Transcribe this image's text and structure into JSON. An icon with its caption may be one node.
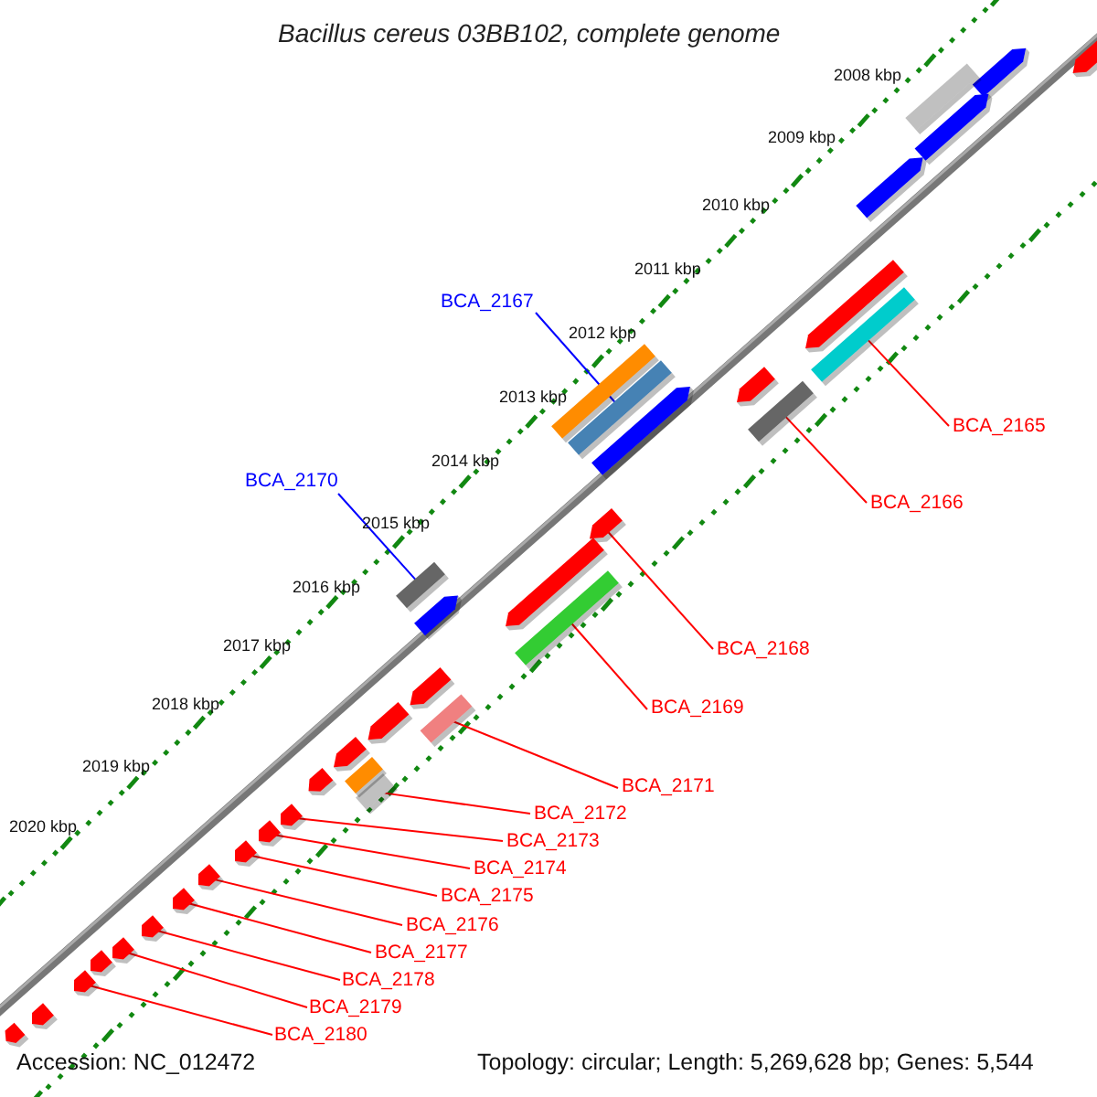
{
  "diagram": {
    "title": "Bacillus cereus 03BB102, complete genome",
    "nodes": [
      {
        "text": [
          "BCA_2167"
        ]
      },
      {
        "text": [],
        "shape": "bar"
      },
      {
        "text": [
          "BCA_2165"
        ]
      },
      {
        "text": [],
        "shape": "bar"
      },
      {
        "text": [
          "BCA_2170"
        ]
      },
      {
        "text": [],
        "shape": "bar"
      },
      {
        "text": [
          "BCA_2166"
        ]
      },
      {
        "text": [],
        "shape": "bar"
      },
      {
        "text": [
          "BCA_2168"
        ]
      },
      {
        "text": [],
        "shape": "bar"
      },
      {
        "text": [
          "BCA_2169"
        ]
      },
      {
        "text": [],
        "shape": "bar"
      },
      {
        "text": [
          "BCA_2171"
        ]
      },
      {
        "text": [],
        "shape": "bar"
      },
      {
        "text": [
          "BCA_2172"
        ]
      },
      {
        "text": [],
        "shape": "bar"
      },
      {
        "text": [
          "BCA_2173"
        ]
      },
      {
        "text": [],
        "shape": "bar"
      },
      {
        "text": [
          "BCA_2174"
        ]
      },
      {
        "text": [],
        "shape": "bar"
      },
      {
        "text": [
          "BCA_2175"
        ]
      },
      {
        "text": [],
        "shape": "bar"
      },
      {
        "text": [
          "BCA_2176"
        ]
      },
      {
        "text": [],
        "shape": "bar"
      },
      {
        "text": [
          "BCA_2177"
        ]
      },
      {
        "text": [],
        "shape": "bar"
      },
      {
        "text": [
          "BCA_2178"
        ]
      },
      {
        "text": [],
        "shape": "bar"
      },
      {
        "text": [
          "BCA_2179"
        ]
      },
      {
        "text": [],
        "shape": "bar"
      },
      {
        "text": [
          "BCA_2180"
        ]
      },
      {
        "text": [],
        "shape": "bar"
      },
      {
        "text": [],
        "shape": "bar"
      },
      {
        "text": [],
        "shape": "bar"
      },
      {
        "text": [],
        "shape": "bar"
      },
      {
        "text": [],
        "shape": "bar"
      },
      {
        "text": [],
        "shape": "bar"
      },
      {
        "text": [],
        "shape": "bar"
      },
      {
        "text": [],
        "shape": "bar"
      },
      {
        "text": [],
        "shape": "bar"
      },
      {
        "text": [],
        "shape": "bar"
      },
      {
        "text": [],
        "shape": "bar"
      },
      {
        "text": [],
        "shape": "bar"
      },
      {
        "text": [],
        "shape": "bar"
      },
      {
        "text": [],
        "shape": "bar"
      },
      {
        "text": [],
        "shape": "bar"
      },
      {
        "text": [],
        "shape": "bar"
      },
      {
        "text": [],
        "shape": "bar"
      },
      {
        "text": [],
        "shape": "bar"
      },
      {
        "text": [],
        "shape": "bar"
      },
      {
        "text": [],
        "shape": "bar"
      }
    ],
    "edges": [
      {
        "from": 0,
        "to": 1,
        "arrow": "none",
        "color": "#0000ff"
      },
      {
        "from": 2,
        "to": 3,
        "arrow": "none"
      },
      {
        "from": 4,
        "to": 5,
        "arrow": "none",
        "color": "#0000ff"
      },
      {
        "from": 6,
        "to": 7,
        "arrow": "none"
      },
      {
        "from": 8,
        "to": 9,
        "arrow": "none"
      },
      {
        "from": 10,
        "to": 11,
        "arrow": "none"
      },
      {
        "from": 12,
        "to": 13,
        "arrow": "none"
      },
      {
        "from": 14,
        "to": 15,
        "arrow": "none"
      },
      {
        "from": 16,
        "to": 17,
        "arrow": "none"
      },
      {
        "from": 18,
        "to": 19,
        "arrow": "none"
      },
      {
        "from": 20,
        "to": 21,
        "arrow": "none"
      },
      {
        "from": 22,
        "to": 23,
        "arrow": "none"
      },
      {
        "from": 24,
        "to": 25,
        "arrow": "none"
      },
      {
        "from": 26,
        "to": 27,
        "arrow": "none"
      },
      {
        "from": 28,
        "to": 29,
        "arrow": "none"
      },
      {
        "from": 30,
        "to": 31,
        "arrow": "none"
      }
    ],
    "labels": [
      "2008 kbp",
      "2009 kbp",
      "2010 kbp",
      "2011 kbp",
      "2012 kbp",
      "2013 kbp",
      "2014 kbp",
      "2015 kbp",
      "2016 kbp",
      "2017 kbp",
      "2018 kbp",
      "2019 kbp",
      "2020 kbp",
      "Accession: NC_012472",
      "Topology: circular; Length: 5,269,628 bp; Genes: 5,544"
    ]
  }
}
